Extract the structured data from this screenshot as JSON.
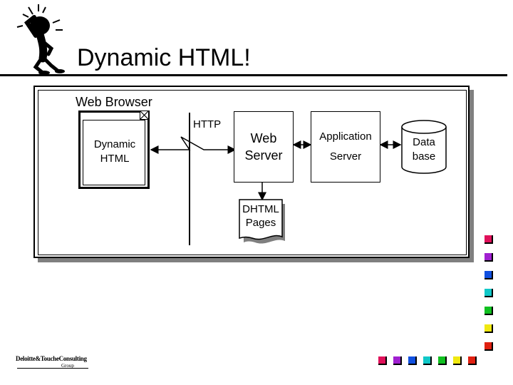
{
  "slide": {
    "title": "Dynamic HTML!"
  },
  "diagram": {
    "web_browser_label": "Web Browser",
    "dynamic_html_label_line1": "Dynamic",
    "dynamic_html_label_line2": "HTML",
    "http_label": "HTTP",
    "web_server_line1": "Web",
    "web_server_line2": "Server",
    "app_server_line1": "Application",
    "app_server_line2": "Server",
    "database_line1": "Data",
    "database_line2": "base",
    "dhtml_pages_line1": "DHTML",
    "dhtml_pages_line2": "Pages"
  },
  "footer": {
    "logo_text": "Deloitte&ToucheConsulting",
    "logo_sub": "Group"
  },
  "colors": {
    "right_column": [
      "#e0105a",
      "#a020d0",
      "#1050e0",
      "#10c8c8",
      "#10c020",
      "#f0e810",
      "#e02010"
    ],
    "bottom_row": [
      "#e0105a",
      "#a020d0",
      "#1050e0",
      "#10c8c8",
      "#10c020",
      "#f0e810",
      "#e02010"
    ]
  }
}
